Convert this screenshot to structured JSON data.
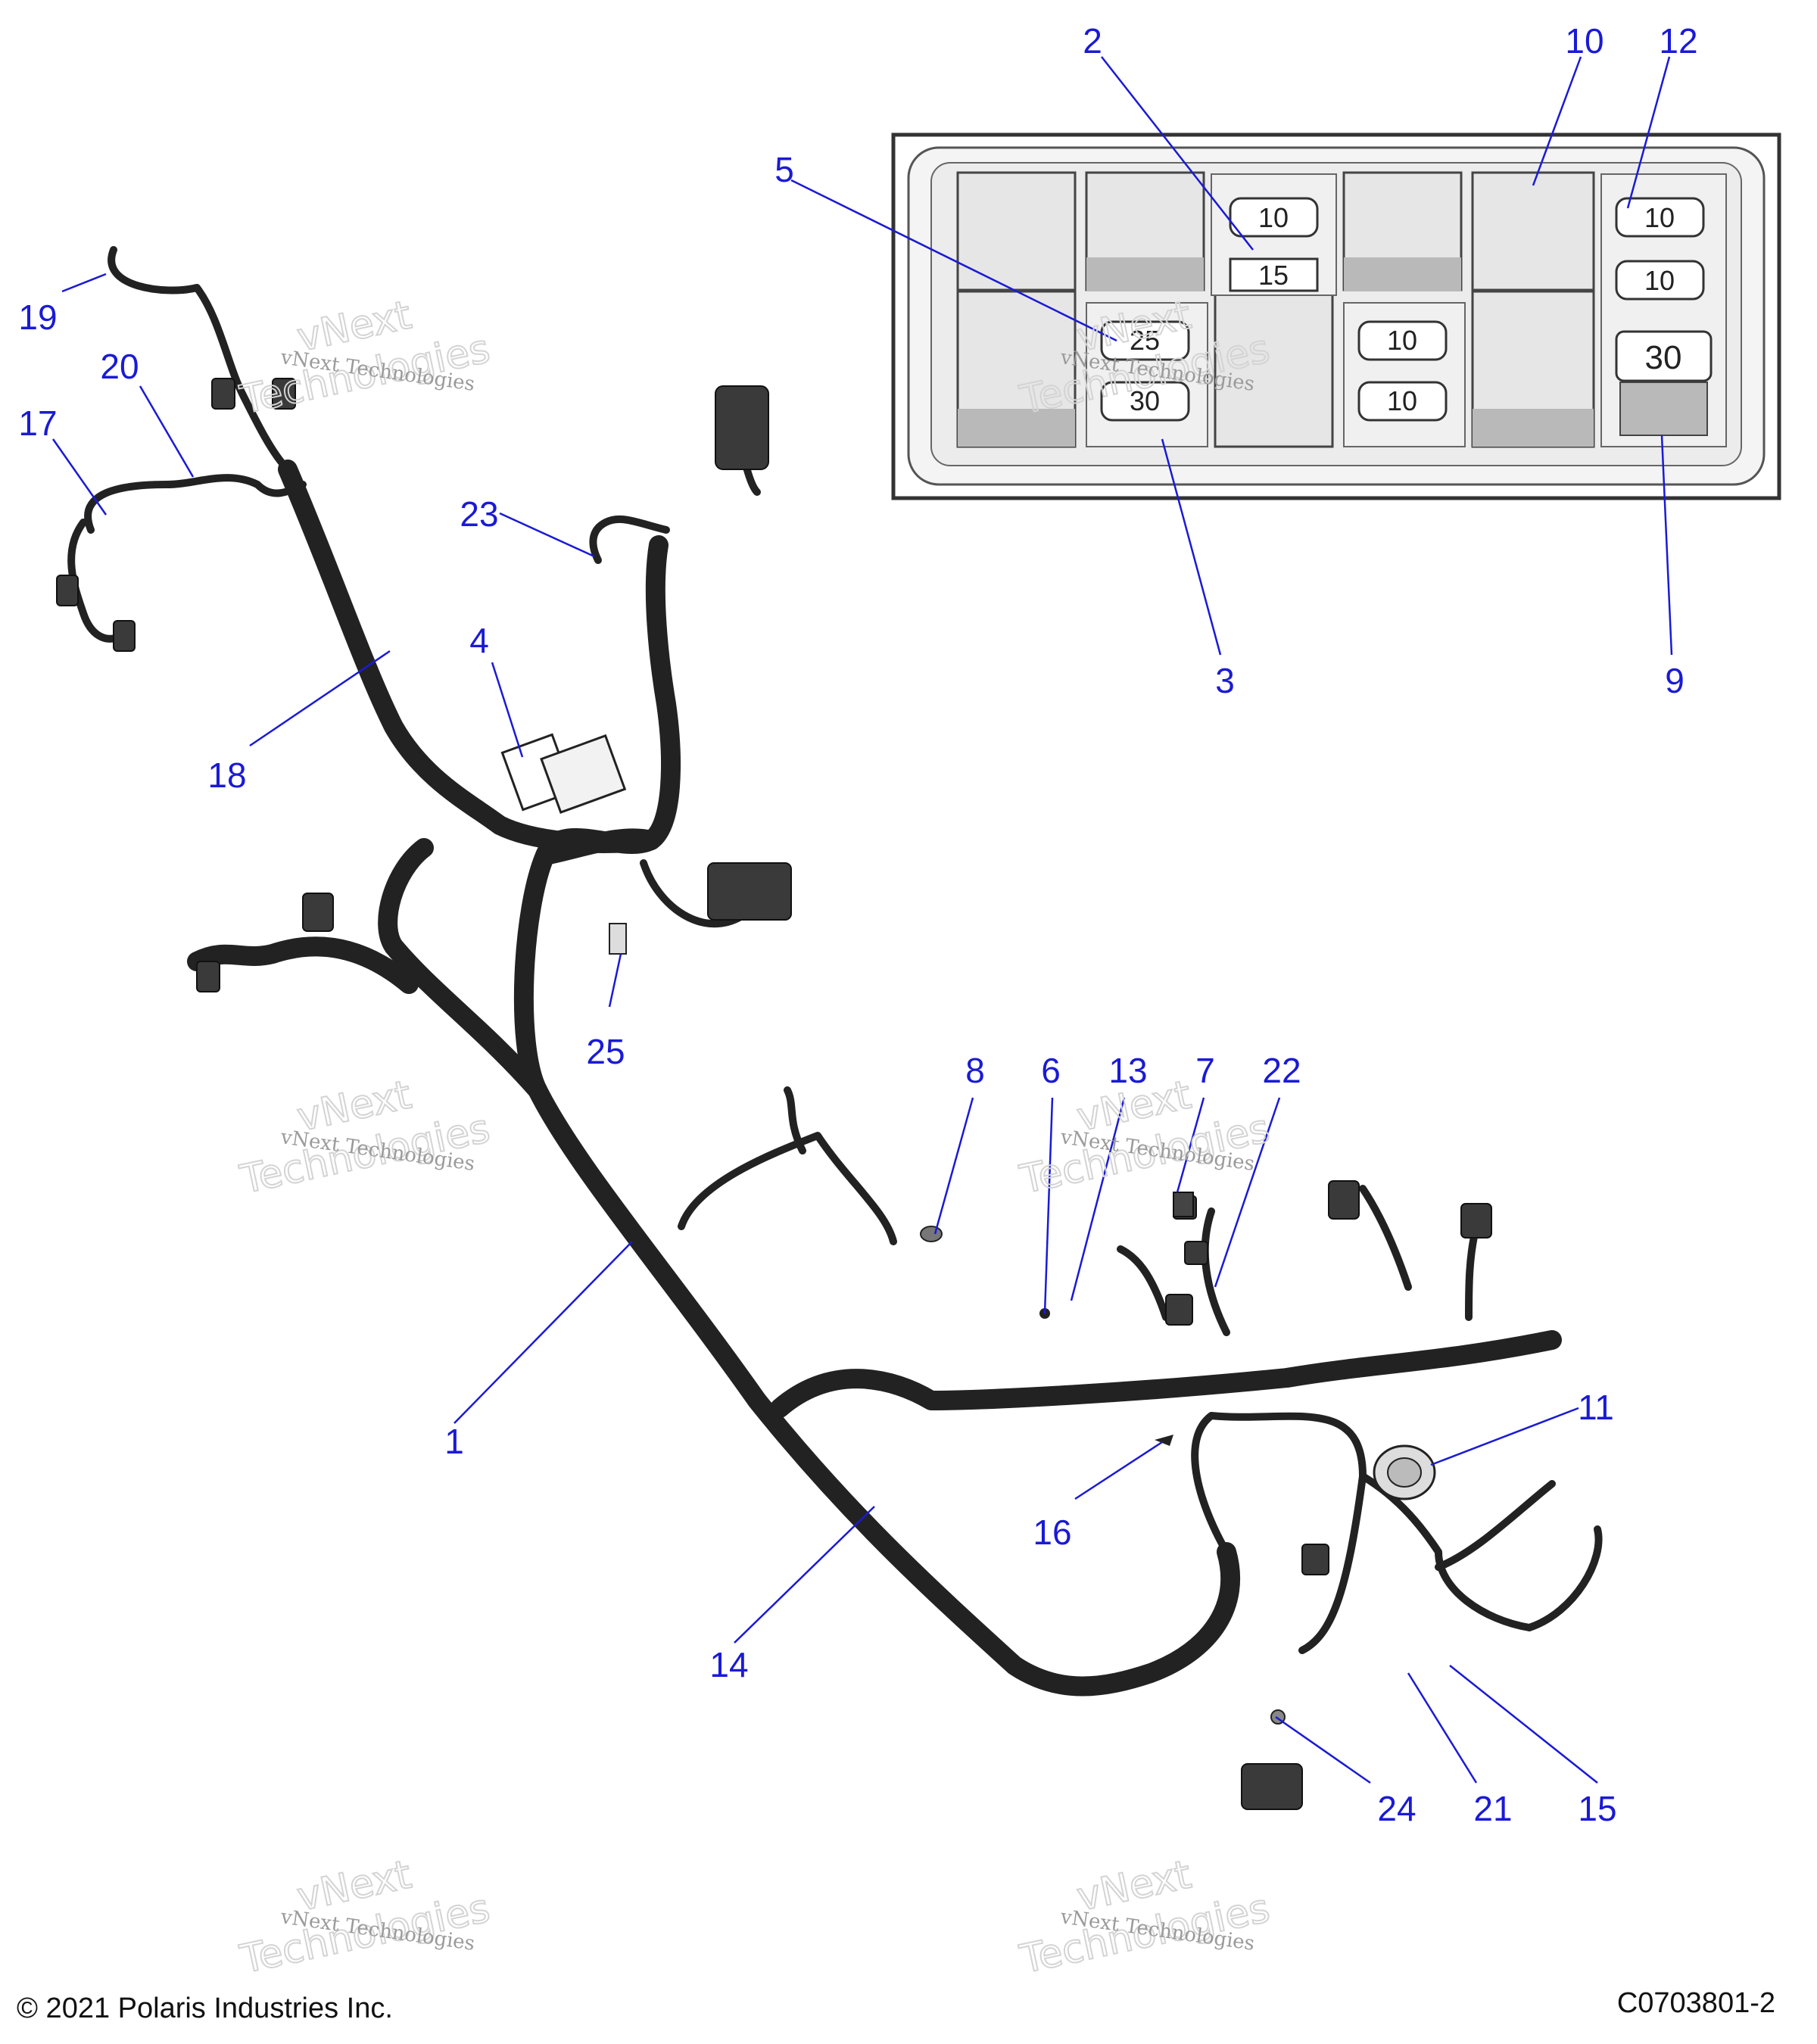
{
  "callouts": [
    {
      "label": "1"
    },
    {
      "label": "2"
    },
    {
      "label": "3"
    },
    {
      "label": "4"
    },
    {
      "label": "5"
    },
    {
      "label": "6"
    },
    {
      "label": "7"
    },
    {
      "label": "8"
    },
    {
      "label": "9"
    },
    {
      "label": "10"
    },
    {
      "label": "11"
    },
    {
      "label": "12"
    },
    {
      "label": "13"
    },
    {
      "label": "14"
    },
    {
      "label": "15"
    },
    {
      "label": "16"
    },
    {
      "label": "17"
    },
    {
      "label": "18"
    },
    {
      "label": "19"
    },
    {
      "label": "20"
    },
    {
      "label": "21"
    },
    {
      "label": "22"
    },
    {
      "label": "23"
    },
    {
      "label": "24"
    },
    {
      "label": "25"
    }
  ],
  "fuse_box": {
    "fuses": [
      {
        "rating": "10"
      },
      {
        "rating": "15"
      },
      {
        "rating": "25"
      },
      {
        "rating": "30"
      },
      {
        "rating": "10"
      },
      {
        "rating": "10"
      },
      {
        "rating": "10"
      },
      {
        "rating": "10"
      },
      {
        "rating": "30"
      }
    ]
  },
  "watermark": {
    "line1": "vNext Technologies",
    "line2": "vNext",
    "line3": "Technologies"
  },
  "footer": {
    "copyright": "© 2021 Polaris Industries Inc.",
    "figure_id": "C0703801-2"
  }
}
